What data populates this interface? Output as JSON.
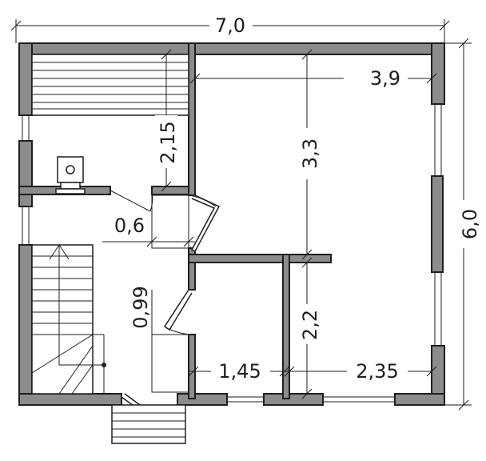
{
  "dimensions": {
    "total_width": "7,0",
    "total_depth": "6,0",
    "room_width_right": "3,9",
    "room_depth_right": "3,3",
    "sauna_depth": "2,15",
    "corridor_width": "0,6",
    "stair_width": "0,99",
    "small_room_width": "1,45",
    "terrace_width": "2,35",
    "lower_room_depth": "2,2"
  }
}
